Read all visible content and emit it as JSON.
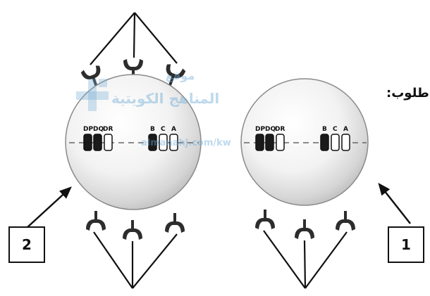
{
  "labels": {
    "cell_left_number": "2",
    "cell_right_number": "1",
    "heading_fragment": "طلوب:"
  },
  "cell_left": {
    "gene_letters_right_group": [
      "B",
      "C",
      "A"
    ],
    "gene_letters_left_group": [
      "DP",
      "DQ",
      "DR"
    ]
  },
  "cell_right": {
    "gene_letters_right_group": [
      "B",
      "C",
      "A"
    ],
    "gene_letters_left_group": [
      "DP",
      "DQ",
      "DR"
    ]
  },
  "watermark": {
    "line1": "موقع",
    "line2": "المناهج الكويتية",
    "line3": "almanahj.com/kw"
  }
}
